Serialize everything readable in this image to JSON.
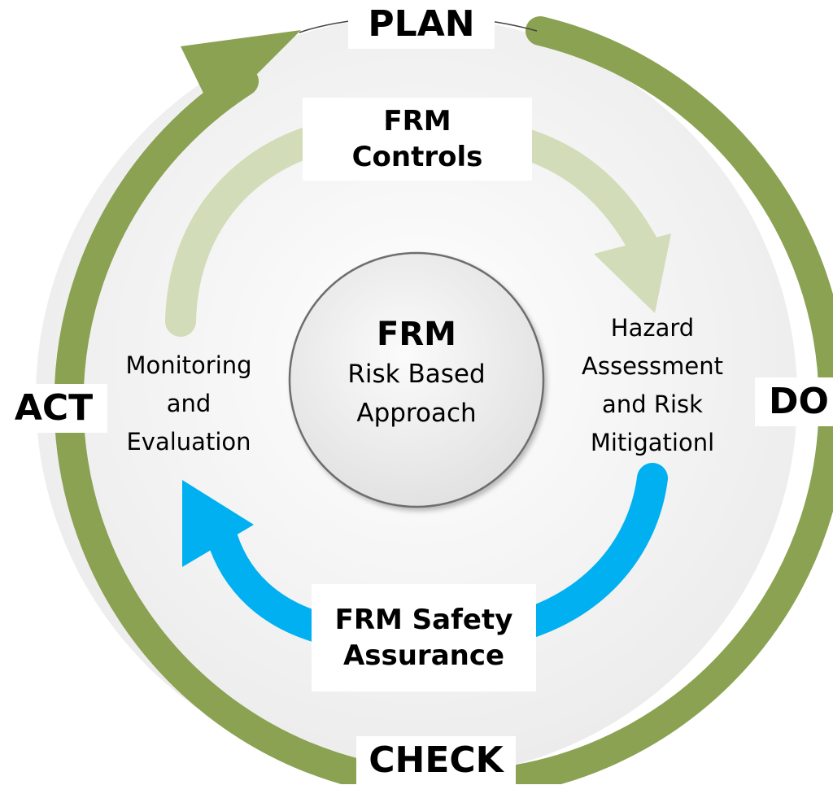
{
  "colors": {
    "outer_cycle": "#8aa251",
    "upper_arrow": "#d3dcb8",
    "lower_arrow": "#00b0f0",
    "background_disc": "#f1f1f1",
    "hub_fill": "#eeeeee"
  },
  "cycle": {
    "plan": "PLAN",
    "do": "DO",
    "check": "CHECK",
    "act": "ACT"
  },
  "inner": {
    "controls_line1": "FRM",
    "controls_line2": "Controls",
    "assurance_line1": "FRM Safety",
    "assurance_line2": "Assurance",
    "hazard_lines": [
      "Hazard",
      "Assessment",
      "and Risk",
      "Mitigationl"
    ],
    "monitoring_lines": [
      "Monitoring",
      "and",
      "Evaluation"
    ]
  },
  "hub": {
    "title": "FRM",
    "line1": "Risk Based",
    "line2": "Approach"
  }
}
